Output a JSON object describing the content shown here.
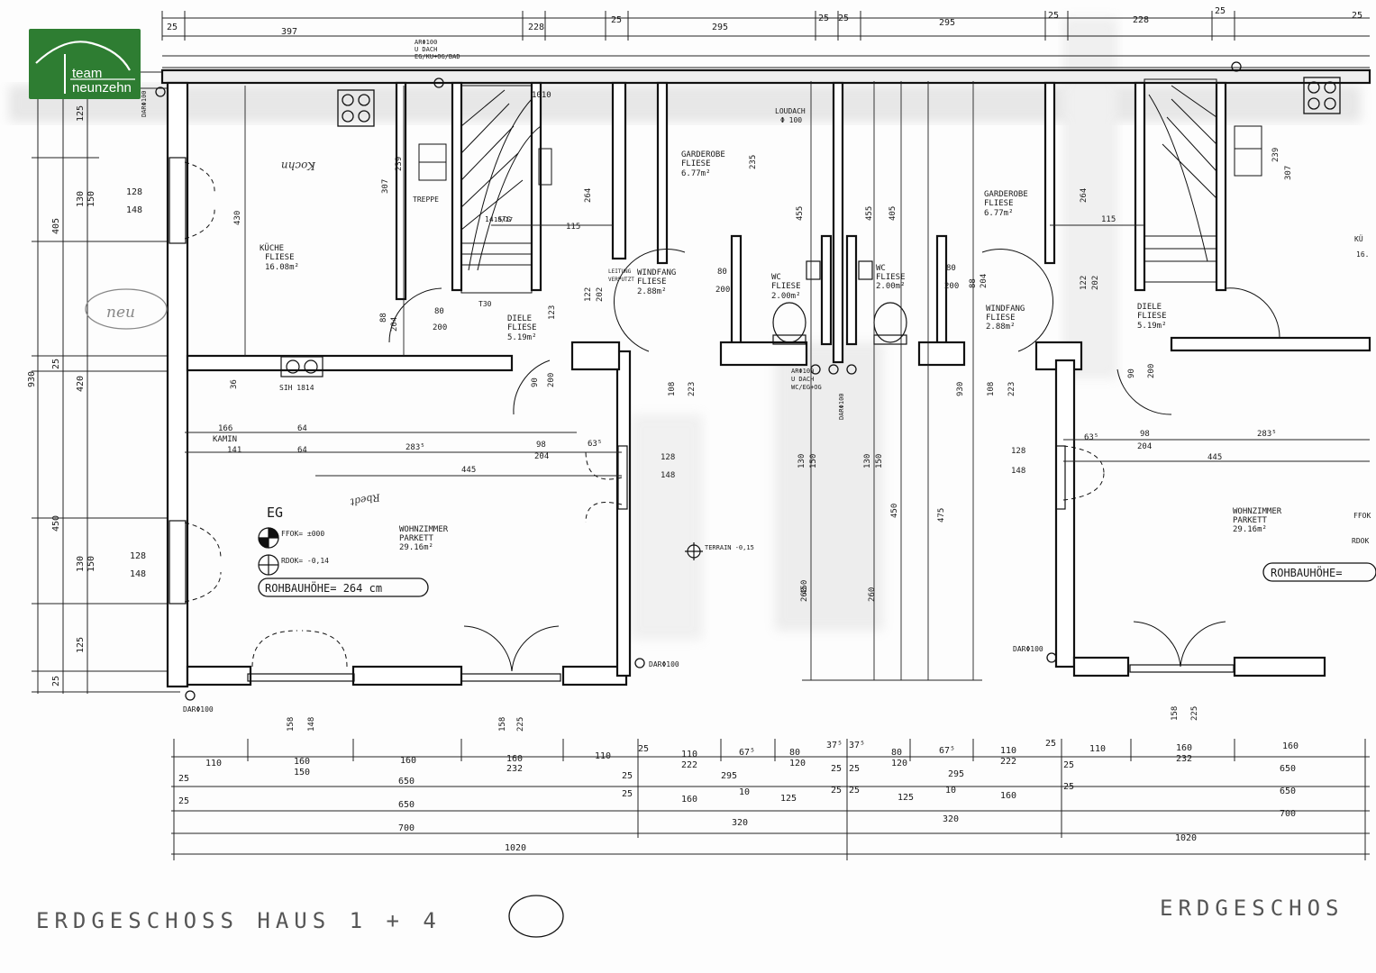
{
  "logo": {
    "line1": "team",
    "line2": "neunzehn",
    "color": "#2e7d32"
  },
  "titles": {
    "left": "ERDGESCHOSS HAUS 1 + 4",
    "right": "ERDGESCHOS"
  },
  "house_left": {
    "eg": "EG",
    "ffok": "FFOK= ±000",
    "rdok": "RDOK= -0,14",
    "rohbau": "ROHBAUHÖHE= 264 cm",
    "kueche": "KÜCHE",
    "kueche_floor": "FLIESE",
    "kueche_area": "16.08m²",
    "kamin": "KAMIN",
    "diele": "DIELE",
    "diele_floor": "FLIESE",
    "diele_area": "5.19m²",
    "windfang": "WINDFANG",
    "windfang_floor": "FLIESE",
    "windfang_area": "2.88m²",
    "garderobe": "GARDEROBE",
    "garderobe_floor": "FLIESE",
    "garderobe_area": "6.77m²",
    "wc": "WC",
    "wc_floor": "FLIESE",
    "wc_area": "2.00m²",
    "wohnzimmer": "WOHNZIMMER",
    "wohnzimmer_floor": "PARKETT",
    "wohnzimmer_area": "29.16m²",
    "sih": "SIH 1814",
    "treppe": "TREPPE",
    "stg": "14 STG",
    "stg_ratio": "18/27",
    "t30": "T30",
    "loudach": "LOUDACH",
    "phi100": "Φ 100",
    "dar_top": "DARΦ100",
    "dar_bottom": "DARΦ100",
    "dar_mid": "DARΦ100",
    "ar_top": "ARΦ100",
    "u_dach": "U DACH",
    "eg_ku": "EG/KU+OG/BAD",
    "leitung": "LEITUNG",
    "verputzt": "VERPUTZT"
  },
  "house_right": {
    "garderobe": "GARDEROBE",
    "garderobe_floor": "FLIESE",
    "garderobe_area": "6.77m²",
    "wc": "WC",
    "wc_floor": "FLIESE",
    "wc_area": "2.00m²",
    "windfang": "WINDFANG",
    "windfang_floor": "FLIESE",
    "windfang_area": "2.88m²",
    "diele": "DIELE",
    "diele_floor": "FLIESE",
    "diele_area": "5.19m²",
    "wohnzimmer": "WOHNZIMMER",
    "wohnzimmer_floor": "PARKETT",
    "wohnzimmer_area": "29.16m²",
    "rohbau": "ROHBAUHÖHE=",
    "dar": "DARΦ100",
    "ffok": "FFOK",
    "rdok": "RDOK",
    "kue": "KÜ",
    "kue_area": "16."
  },
  "center": {
    "terrain": "TERRAIN -0,15",
    "ar_wc": "ARΦ100",
    "u_dach_wc": "U DACH",
    "wc_eg_og": "WC/EG+OG",
    "dar100": "DARΦ100"
  },
  "handwriting": {
    "neu": "neu",
    "note1": "Kochn",
    "note2": "Rbedt"
  },
  "top_dims": [
    "397",
    "228",
    "1010",
    "295",
    "295",
    "228",
    "25",
    "25",
    "25",
    "25",
    "25",
    "25",
    "25"
  ],
  "left_dims_outer": [
    "930"
  ],
  "left_dims_mid": [
    "405",
    "25",
    "420",
    "450",
    "25"
  ],
  "left_dims_inner": [
    "125",
    "130",
    "150",
    "130",
    "150",
    "125"
  ],
  "window_dims_left": [
    "128",
    "148",
    "128",
    "148"
  ],
  "room_dims": [
    "430",
    "307",
    "239",
    "264",
    "166",
    "141",
    "64",
    "64",
    "283⁵",
    "445",
    "98",
    "204",
    "63⁵",
    "128",
    "148",
    "115",
    "80",
    "200",
    "80",
    "200",
    "88",
    "204",
    "122",
    "202",
    "123",
    "90",
    "200",
    "36",
    "108",
    "223",
    "455",
    "405",
    "235",
    "455",
    "130",
    "150",
    "450",
    "260",
    "130",
    "150",
    "450",
    "475",
    "260",
    "108",
    "223",
    "930",
    "80",
    "200",
    "88",
    "204",
    "122",
    "202",
    "90",
    "200",
    "98",
    "204",
    "283⁵",
    "445",
    "128",
    "148",
    "63⁵",
    "158",
    "225",
    "158",
    "148",
    "158",
    "225",
    "264",
    "307",
    "239",
    "115"
  ],
  "bottom_row1": [
    "110",
    "160",
    "160",
    "160",
    "110",
    "25",
    "110",
    "67⁵",
    "80",
    "37⁵",
    "37⁵",
    "80",
    "67⁵",
    "110",
    "25",
    "110",
    "160",
    "160"
  ],
  "bottom_row1b": [
    "150",
    "232",
    "222",
    "120",
    "120",
    "222",
    "232"
  ],
  "bottom_row2": [
    "25",
    "650",
    "25",
    "295",
    "25",
    "25",
    "295",
    "25",
    "650"
  ],
  "bottom_row3": [
    "25",
    "650",
    "25",
    "160",
    "10",
    "125",
    "25",
    "25",
    "125",
    "10",
    "160",
    "25",
    "650"
  ],
  "bottom_row4": [
    "700",
    "320",
    "320",
    "700"
  ],
  "bottom_row5": [
    "1020",
    "1020"
  ]
}
